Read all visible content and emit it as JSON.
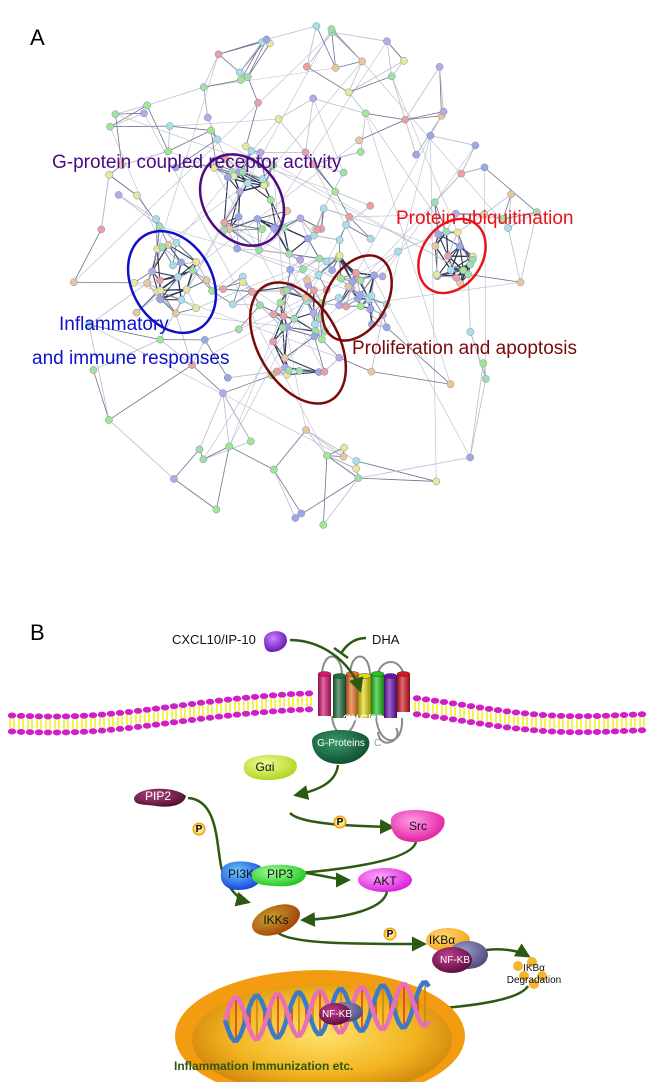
{
  "panel_a": {
    "letter": "A",
    "title": "Protein-protein interaction network",
    "clusters": [
      {
        "id": "gpcr",
        "label": "G-protein coupled receptor activity",
        "color": "#4b0a82"
      },
      {
        "id": "ubiq",
        "label": "Protein ubiquitination",
        "color": "#e8131b"
      },
      {
        "id": "inflam",
        "label_line1": "Inflammatory",
        "label_line2": "and immune responses",
        "color": "#1010c8"
      },
      {
        "id": "prolif",
        "label": "Proliferation and apoptosis",
        "color": "#7a0a0a"
      }
    ],
    "node_colors": [
      "#9aa8e8",
      "#9ee0a8",
      "#e8c89a",
      "#e8e89a",
      "#a8e0e8",
      "#a0e890",
      "#e8a0a0",
      "#b8a8e8"
    ],
    "edge_colors": [
      "#b8bccc",
      "#6c7490",
      "#2e3654"
    ]
  },
  "panel_b": {
    "letter": "B",
    "ligand": "CXCL10/IP-10",
    "inhibitor": "DHA",
    "receptor": "CXCR3",
    "g_proteins": "G-Proteins",
    "c_terminus": "C",
    "nodes": {
      "gai": "Gαi",
      "src": "Src",
      "pip2": "PIP2",
      "pi3k": "PI3K",
      "pip3": "PIP3",
      "akt": "AKT",
      "ikks": "IKKs",
      "ikba": "IKBα",
      "nfkb": "NF-KB",
      "nfkb_nucleus": "NF-KB",
      "degradation_line1": "IKBα",
      "degradation_line2": "Degradation"
    },
    "phospho_label": "P",
    "outcome": "Inflammation Immunization etc.",
    "colors": {
      "arrow": "#2d5a12",
      "helix_colors": [
        "#d6156e",
        "#1f6e3c",
        "#e8711e",
        "#e8d80e",
        "#22c41e",
        "#6a0fb0",
        "#d8141e"
      ],
      "membrane_head": "#d21ec8",
      "membrane_tail": "#f2ee1e",
      "nucleus_outer": "#f39c12",
      "nucleus_inner": "#e8a418"
    }
  }
}
